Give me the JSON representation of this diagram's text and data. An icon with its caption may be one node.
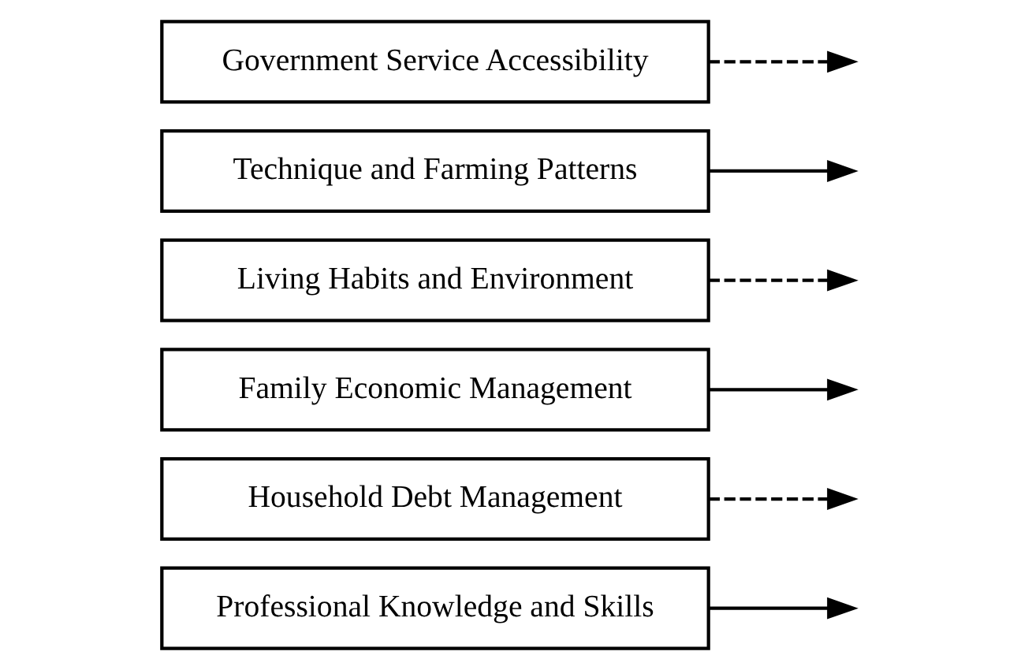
{
  "diagram": {
    "nodes": [
      {
        "text": [
          "Professional Knowledge and Skills"
        ]
      },
      {
        "text": [
          "Household Debt Management"
        ]
      },
      {
        "text": [
          "Family Economic Management"
        ]
      },
      {
        "text": [
          "Living Habits and Environment"
        ]
      },
      {
        "text": [
          "Technique and Farming Patterns"
        ]
      },
      {
        "text": [
          "Government Service Accessibility"
        ]
      }
    ],
    "edges": [
      {
        "from": 0,
        "to": null,
        "arrow": "to"
      },
      {
        "from": 1,
        "to": null,
        "arrow": "to",
        "style": "dashed"
      },
      {
        "from": 2,
        "to": null,
        "arrow": "to"
      },
      {
        "from": 3,
        "to": null,
        "arrow": "to",
        "style": "dashed"
      },
      {
        "from": 4,
        "to": null,
        "arrow": "to"
      },
      {
        "from": 5,
        "to": null,
        "arrow": "to",
        "style": "dashed"
      }
    ]
  }
}
